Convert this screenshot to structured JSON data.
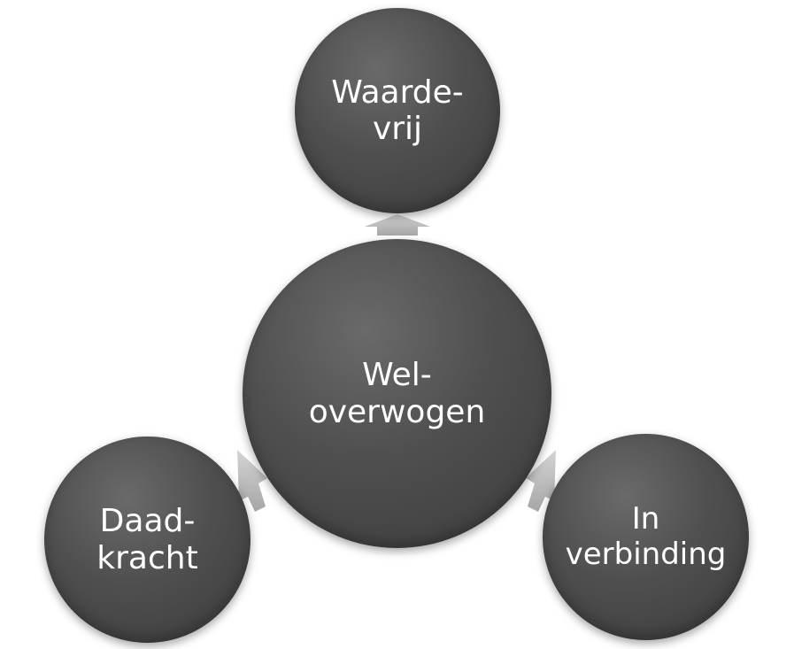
{
  "diagram": {
    "center": {
      "line1": "Wel-",
      "line2": "overwogen"
    },
    "top": {
      "line1": "Waarde-",
      "line2": "vrij"
    },
    "left": {
      "line1": "Daad-",
      "line2": "kracht"
    },
    "right": {
      "line1": "In",
      "line2": "verbinding"
    }
  },
  "colors": {
    "node_fill": "#4f4f4f",
    "node_text": "#ffffff",
    "arrow_fill": "#b8b8b8"
  }
}
